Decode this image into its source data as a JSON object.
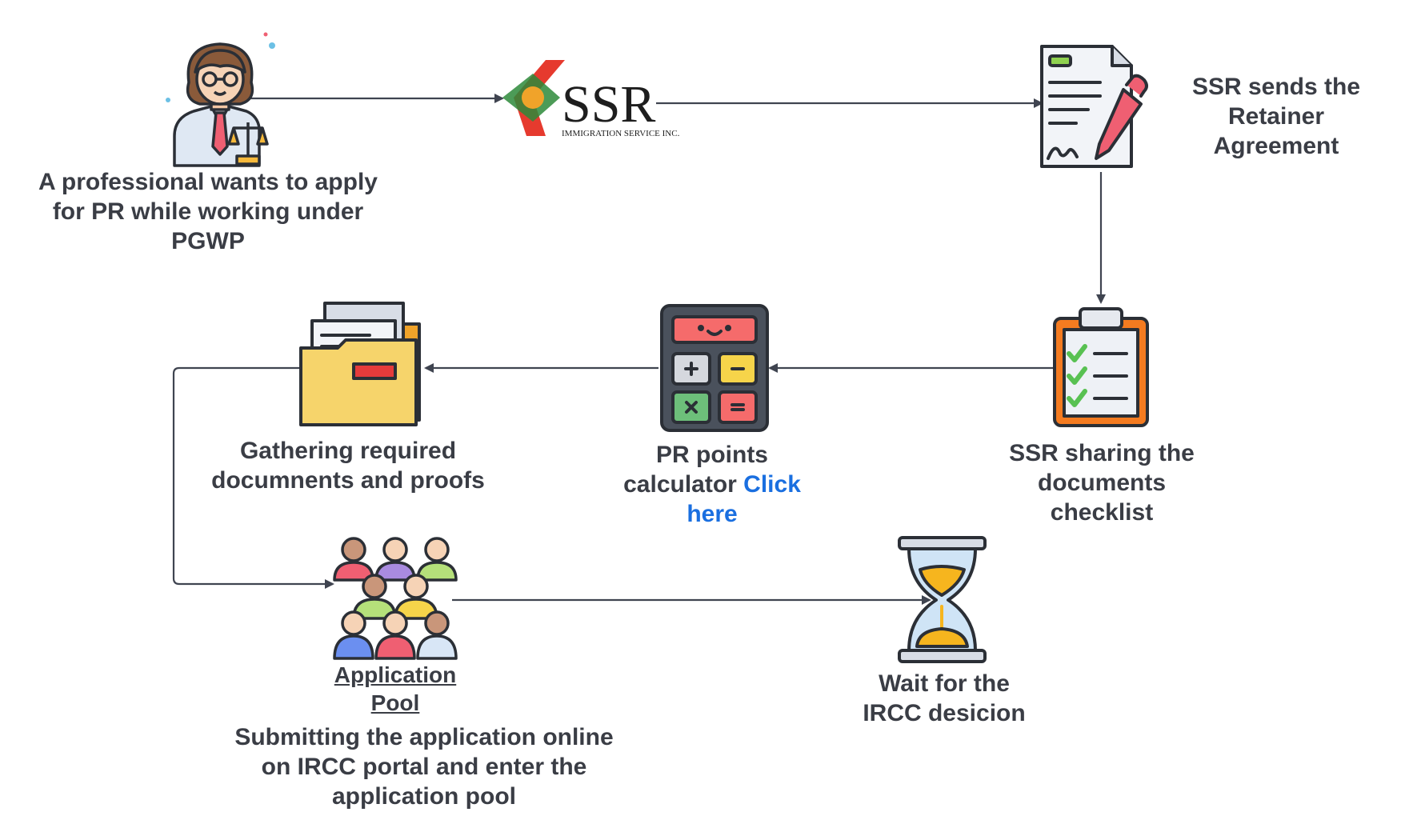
{
  "nodes": {
    "professional": {
      "lines": [
        "A professional wants to apply",
        "for PR while working under",
        "PGWP"
      ]
    },
    "ssr_logo": {
      "name": "SSR",
      "subtitle": "IMMIGRATION SERVICE INC."
    },
    "retainer": {
      "lines": [
        "SSR sends the",
        "Retainer",
        "Agreement"
      ]
    },
    "checklist": {
      "lines": [
        "SSR sharing the",
        "documents",
        "checklist"
      ]
    },
    "calculator": {
      "line1": "PR points",
      "line2_prefix": "calculator ",
      "link_part1": "Click",
      "link_part2": "here"
    },
    "gathering": {
      "lines": [
        "Gathering required",
        "documnents and proofs"
      ]
    },
    "pool": {
      "link_line1": "Application",
      "link_line2": "Pool",
      "lines": [
        "Submitting the application online",
        "on IRCC portal and enter the",
        "application pool"
      ]
    },
    "wait": {
      "lines": [
        "Wait for the",
        "IRCC desicion"
      ]
    }
  },
  "icons": [
    "lawyer-icon",
    "ssr-logo",
    "contract-pen-icon",
    "clipboard-checklist-icon",
    "calculator-icon",
    "folder-documents-icon",
    "people-group-icon",
    "hourglass-icon"
  ],
  "colors": {
    "text": "#3a3d45",
    "link": "#1a6fe0",
    "arrow": "#3f4450",
    "outline": "#2b2f36"
  }
}
